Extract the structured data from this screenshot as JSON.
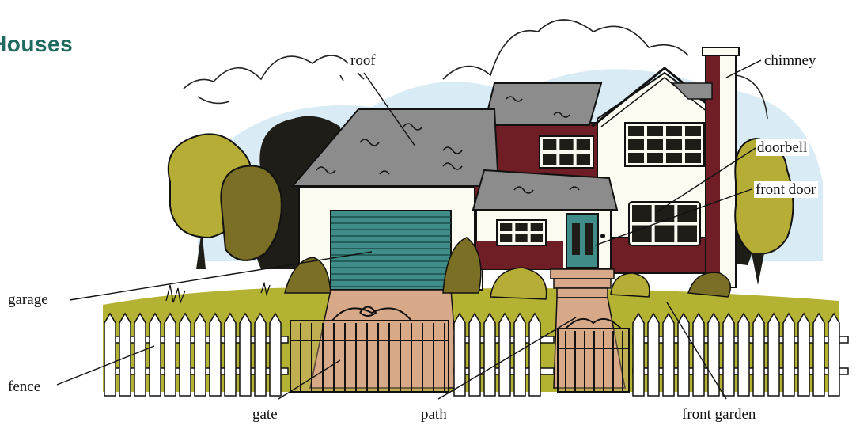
{
  "heading": "Houses",
  "labels": {
    "roof": "roof",
    "chimney": "chimney",
    "doorbell": "doorbell",
    "front_door": "front door",
    "garage": "garage",
    "fence": "fence",
    "gate": "gate",
    "path": "path",
    "front_garden": "front garden"
  },
  "colors": {
    "heading": "#1f6a5e",
    "sky": "#d9ecf6",
    "roof": "#8c8c8c",
    "brick": "#6e1e24",
    "wall": "#fbfbf2",
    "garage_door": "#3f8c88",
    "tree_yellow": "#b5ad35",
    "tree_olive": "#7a6f24",
    "tree_dark": "#1f1d18",
    "lawn": "#b3b233",
    "path": "#d8a988",
    "fence": "#ffffff"
  }
}
